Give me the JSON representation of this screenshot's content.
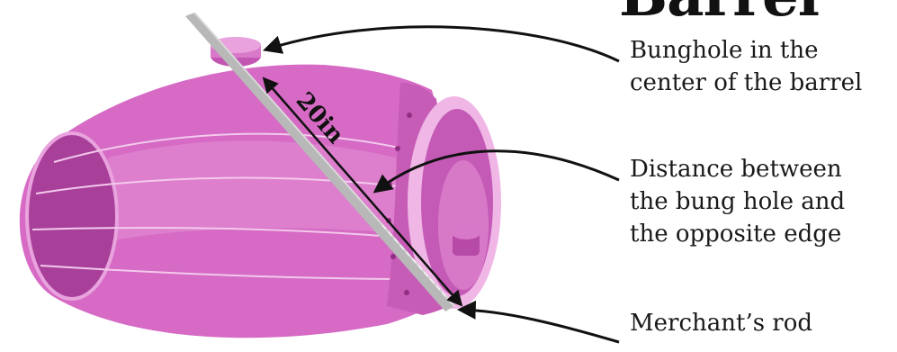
{
  "title": "Barrel",
  "measurement": "20in",
  "labels": {
    "bunghole": [
      "Bunghole in the",
      "center of the barrel"
    ],
    "distance": [
      "Distance between",
      "the bung hole and",
      "the opposite edge"
    ],
    "rod": "Merchant’s rod"
  },
  "colors": {
    "barrel_body": "#d66ac4",
    "barrel_light": "#e796d9",
    "barrel_dark": "#b84ea8",
    "barrel_inner": "#c057b0",
    "rod": "#b8b8b8",
    "arrow": "#111111"
  }
}
